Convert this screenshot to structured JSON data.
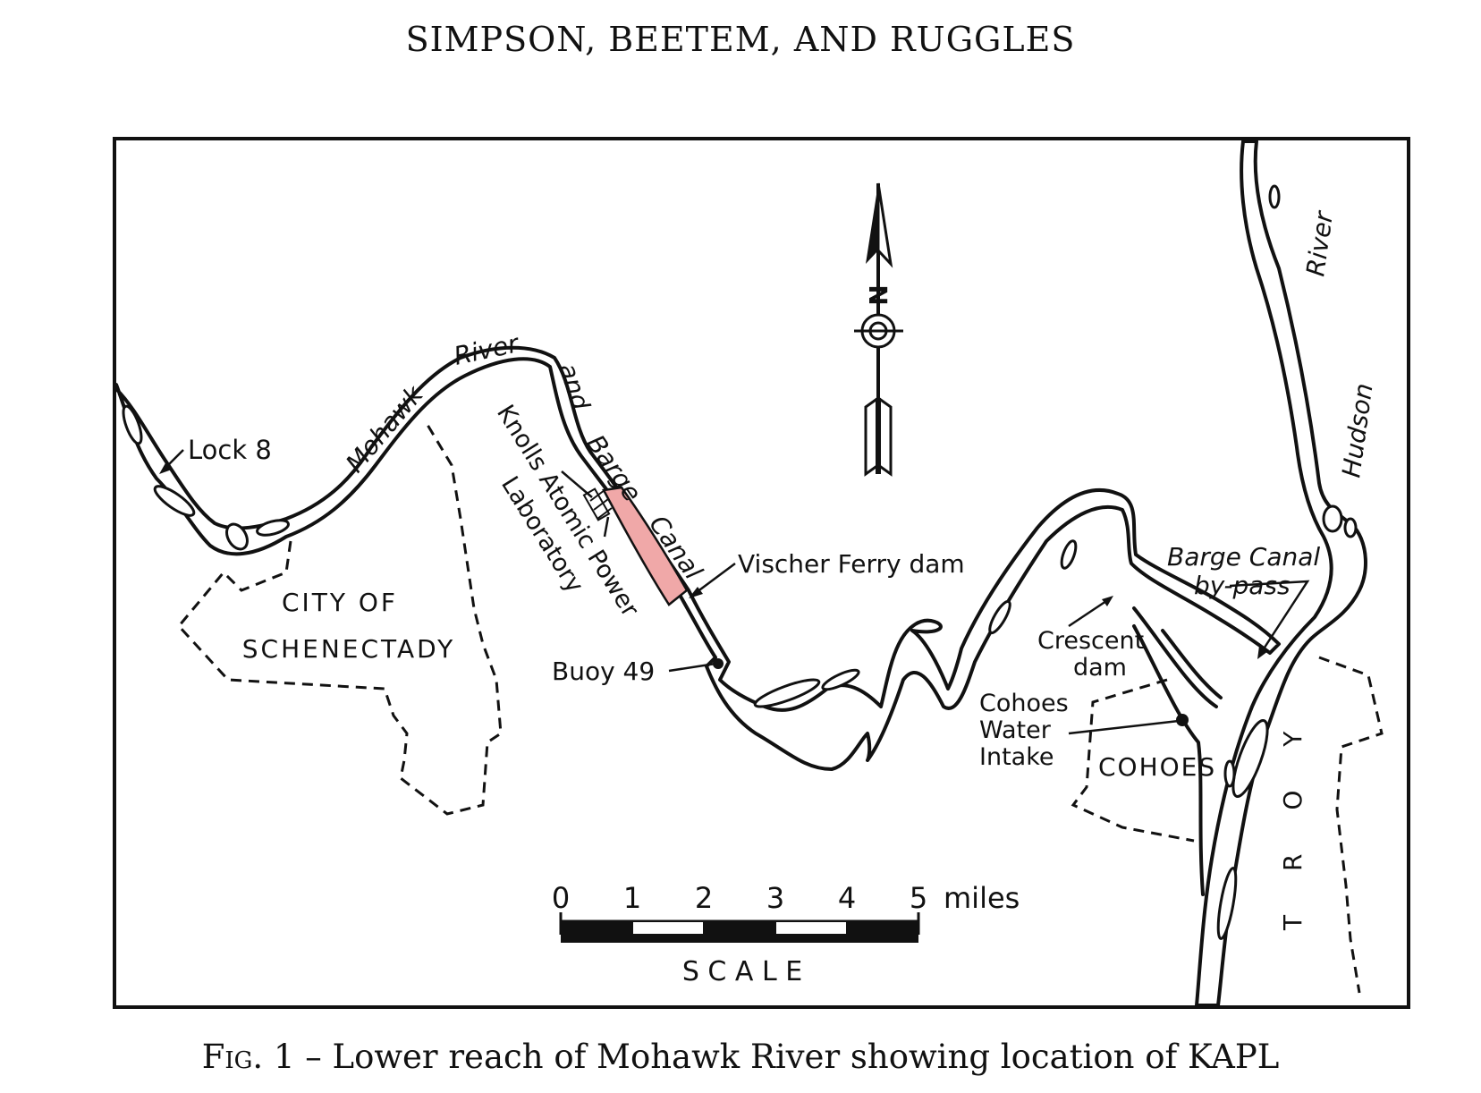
{
  "header": {
    "authors": "SIMPSON, BEETEM, AND RUGGLES"
  },
  "caption": {
    "fig": "Fig. 1",
    "text": " – Lower reach of Mohawk River showing location of KAPL"
  },
  "map": {
    "labels": {
      "lock8": "Lock 8",
      "mohawk": "Mohawk",
      "river": "River",
      "and": "and",
      "barge": "Barge",
      "canal": "Canal",
      "knolls": "Knolls Atomic Power",
      "laboratory": "Laboratory",
      "vischer": "Vischer Ferry dam",
      "buoy": "Buoy 49",
      "city_of": "CITY OF",
      "schenectady": "SCHENECTADY",
      "north": "N",
      "crescent": "Crescent",
      "dam": "dam",
      "cohoes_water": "Cohoes",
      "water": "Water",
      "intake": "Intake",
      "cohoes": "COHOES",
      "bypass1": "Barge Canal",
      "bypass2": "by-pass",
      "hudson_river": "River",
      "hudson": "Hudson",
      "troy": "T R O Y"
    },
    "scale": {
      "ticks": [
        "0",
        "1",
        "2",
        "3",
        "4",
        "5"
      ],
      "unit": "miles",
      "label": "S C A L E"
    },
    "colors": {
      "highlight": "#f0a8a8",
      "ink": "#111111"
    },
    "icons": [
      "north-arrow-icon"
    ]
  }
}
